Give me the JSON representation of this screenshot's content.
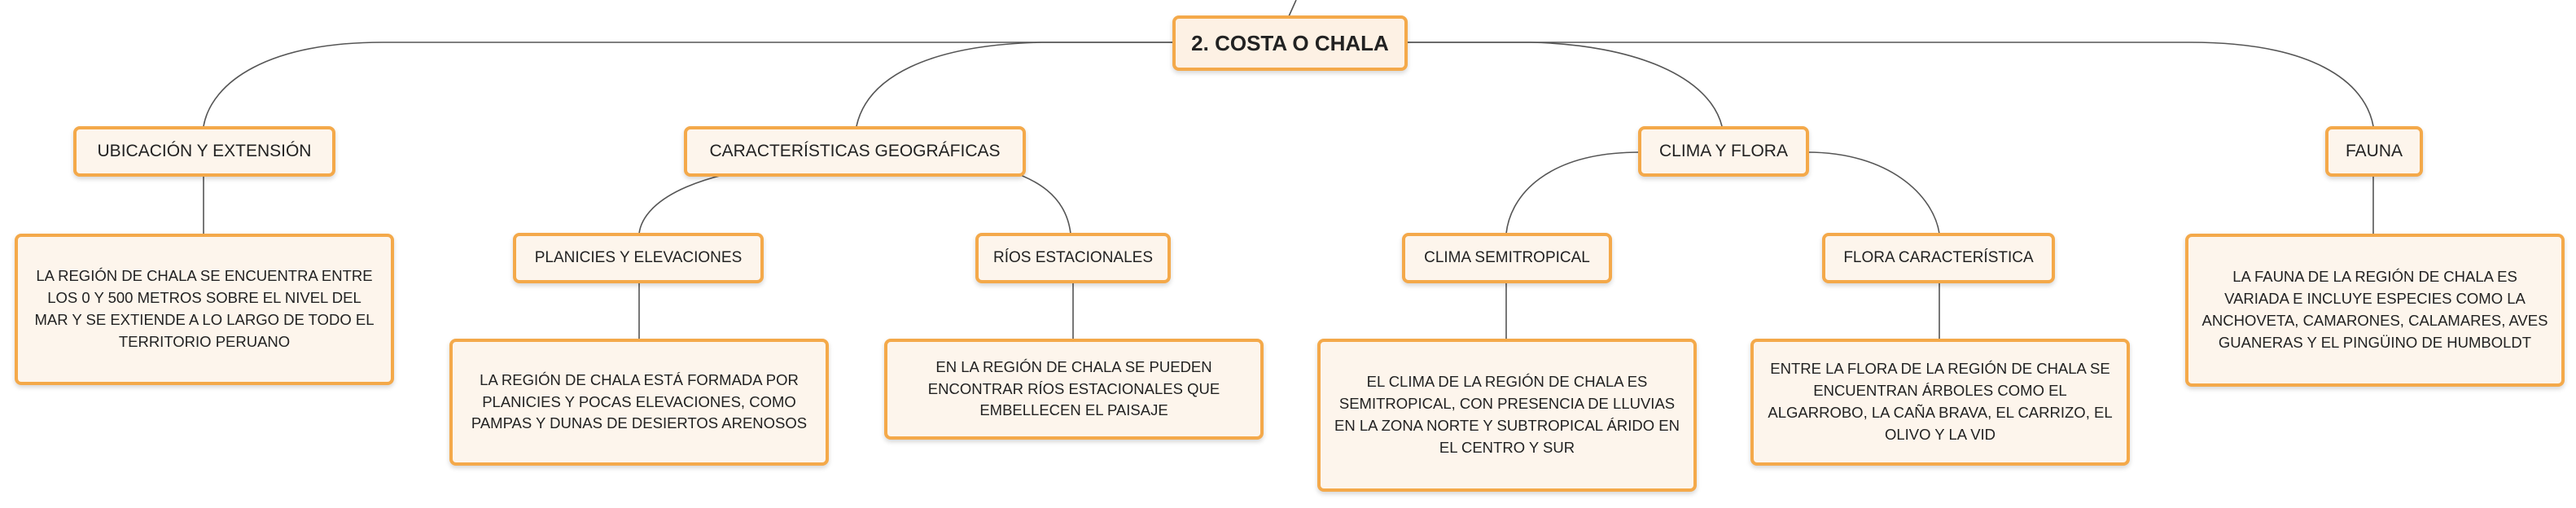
{
  "root": {
    "label": "2. COSTA O CHALA"
  },
  "branches": [
    {
      "label": "UBICACIÓN Y EXTENSIÓN",
      "text": "LA REGIÓN DE CHALA SE ENCUENTRA ENTRE LOS 0 Y 500 METROS SOBRE EL NIVEL DEL MAR Y SE EXTIENDE A LO LARGO DE TODO EL TERRITORIO PERUANO"
    },
    {
      "label": "CARACTERÍSTICAS GEOGRÁFICAS",
      "children": [
        {
          "label": "PLANICIES Y ELEVACIONES",
          "text": "LA REGIÓN DE CHALA ESTÁ FORMADA POR PLANICIES Y POCAS ELEVACIONES, COMO PAMPAS Y DUNAS DE DESIERTOS ARENOSOS"
        },
        {
          "label": "RÍOS ESTACIONALES",
          "text": "EN LA REGIÓN DE CHALA SE PUEDEN ENCONTRAR RÍOS ESTACIONALES QUE EMBELLECEN EL PAISAJE"
        }
      ]
    },
    {
      "label": "CLIMA Y FLORA",
      "children": [
        {
          "label": "CLIMA SEMITROPICAL",
          "text": "EL CLIMA DE LA REGIÓN DE CHALA ES SEMITROPICAL, CON PRESENCIA DE LLUVIAS EN LA ZONA NORTE Y SUBTROPICAL ÁRIDO EN EL CENTRO Y SUR"
        },
        {
          "label": "FLORA CARACTERÍSTICA",
          "text": "ENTRE LA FLORA DE LA REGIÓN DE CHALA SE ENCUENTRAN ÁRBOLES COMO EL ALGARROBO, LA CAÑA BRAVA, EL CARRIZO, EL OLIVO Y LA VID"
        }
      ]
    },
    {
      "label": "FAUNA",
      "text": "LA FAUNA DE LA REGIÓN DE CHALA ES VARIADA E INCLUYE ESPECIES COMO LA ANCHOVETA, CAMARONES, CALAMARES, AVES GUANERAS Y EL PINGÜINO DE HUMBOLDT"
    }
  ],
  "colors": {
    "node_border": "#f4a94a",
    "node_fill": "#fdf5ec",
    "connector": "#555555",
    "text": "#222222"
  }
}
